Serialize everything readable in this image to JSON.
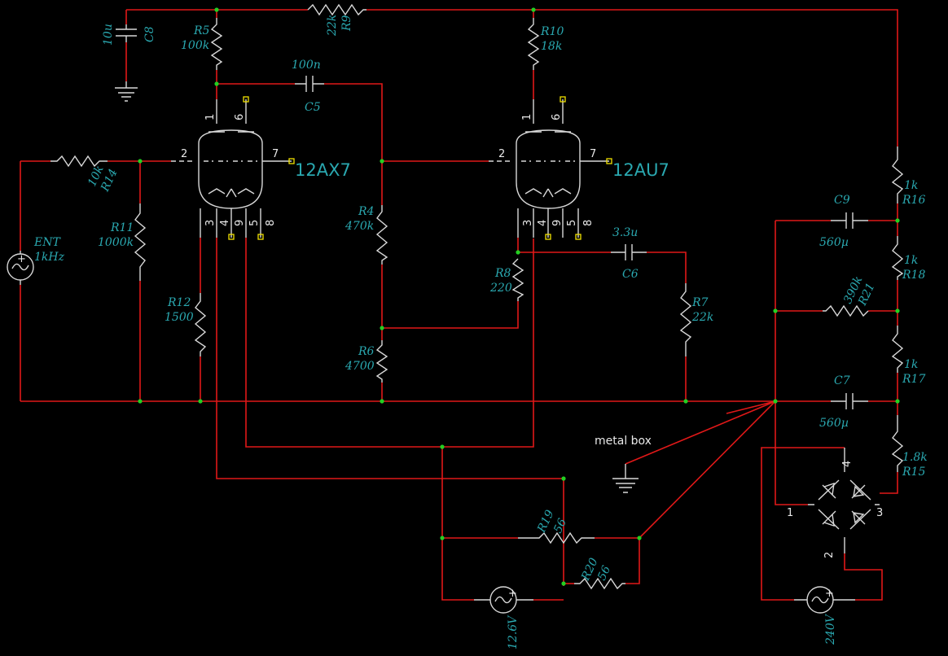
{
  "colors": {
    "background": "#000000",
    "wire": "#e01818",
    "component": "#d8d8d8",
    "label": "#2aa8b0",
    "junction": "#22d022",
    "pin_pad": "#f0e000"
  },
  "labels": {
    "c8_val": "10u",
    "c8_ref": "C8",
    "r5_ref": "R5",
    "r5_val": "100k",
    "r9_val": "22k",
    "r9_ref": "R9",
    "r10_ref": "R10",
    "r10_val": "18k",
    "c5_val": "100n",
    "c5_ref": "C5",
    "r14_val": "10k",
    "r14_ref": "R14",
    "r11_ref": "R11",
    "r11_val": "1000k",
    "ent_ref": "ENT",
    "ent_val": "1kHz",
    "r12_ref": "R12",
    "r12_val": "1500",
    "r4_ref": "R4",
    "r4_val": "470k",
    "r6_ref": "R6",
    "r6_val": "4700",
    "r8_ref": "R8",
    "r8_val": "220",
    "c6_val": "3.3u",
    "c6_ref": "C6",
    "r7_ref": "R7",
    "r7_val": "22k",
    "r16_val": "1k",
    "r16_ref": "R16",
    "c9_ref": "C9",
    "c9_val": "560µ",
    "r18_val": "1k",
    "r18_ref": "R18",
    "r21_val": "390k",
    "r21_ref": "R21",
    "r17_val": "1k",
    "r17_ref": "R17",
    "c7_ref": "C7",
    "c7_val": "560µ",
    "r15_val": "1.8k",
    "r15_ref": "R15",
    "r19_ref": "R19",
    "r19_val": "56",
    "r20_ref": "R20",
    "r20_val": "56",
    "heater_val": "12.6V",
    "mains_val": "240V",
    "tube1_name": "12AX7",
    "tube2_name": "12AU7",
    "metal_box": "metal box",
    "bridge_pin1": "1",
    "bridge_pin2": "2",
    "bridge_pin3": "3",
    "bridge_pin4": "4"
  },
  "tube_pins": [
    "1",
    "6",
    "2",
    "7",
    "3",
    "4",
    "9",
    "5",
    "8"
  ]
}
